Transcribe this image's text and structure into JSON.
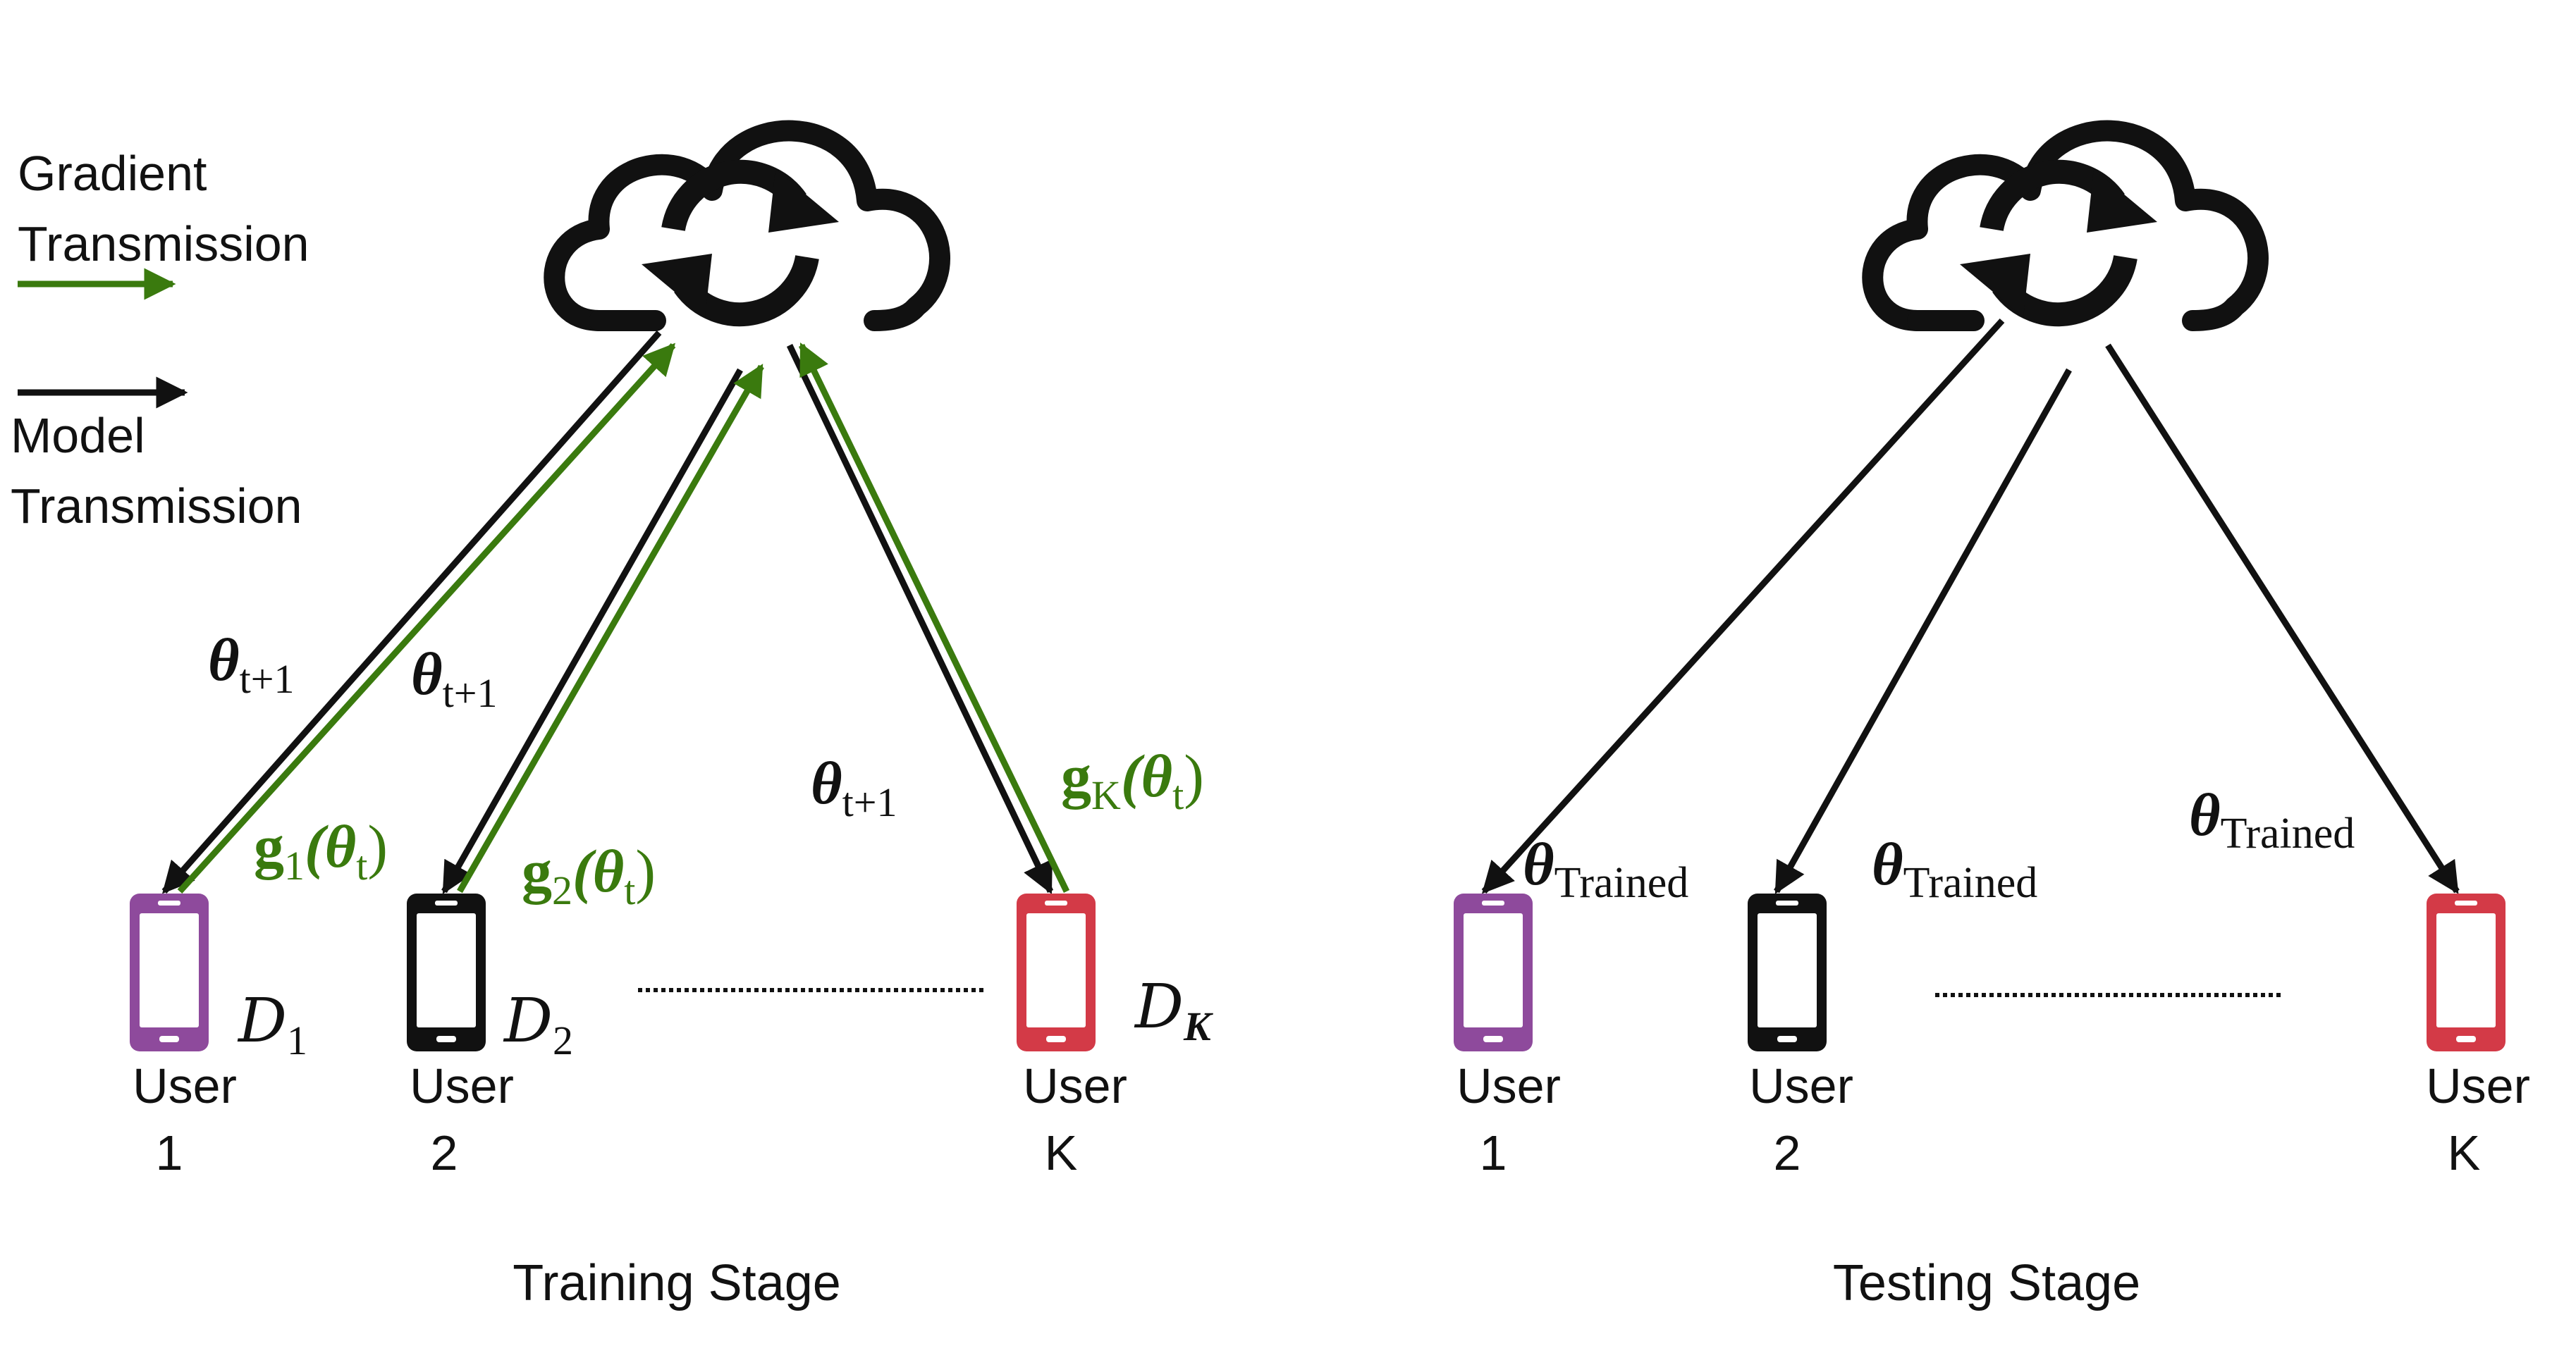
{
  "legend": {
    "gradient_line1": "Gradient",
    "gradient_line2": "Transmission",
    "model_line1": "Model",
    "model_line2": "Transmission"
  },
  "colors": {
    "gradient": "#3a7a0e",
    "model": "#111111",
    "user1": "#8e4a9c",
    "user2": "#111111",
    "userK": "#d33a47"
  },
  "icons": [
    "cloud-icon",
    "sync-icon",
    "smartphone-icon"
  ],
  "training": {
    "stage_label": "Training Stage",
    "theta_symbol": "θ",
    "theta_sub": "t+1",
    "gradient_labels": [
      {
        "g": "g",
        "sub": "1",
        "arg": "(θ",
        "arg_sub": "t",
        "close": ")"
      },
      {
        "g": "g",
        "sub": "2",
        "arg": "(θ",
        "arg_sub": "t",
        "close": ")"
      },
      {
        "g": "g",
        "sub": "K",
        "arg": "(θ",
        "arg_sub": "t",
        "close": ")"
      }
    ],
    "datasets": [
      {
        "symbol": "D",
        "sub": "1"
      },
      {
        "symbol": "D",
        "sub": "2"
      },
      {
        "symbol": "D",
        "sub": "K"
      }
    ],
    "users": [
      {
        "line1": "User",
        "line2": "1"
      },
      {
        "line1": "User",
        "line2": "2"
      },
      {
        "line1": "User",
        "line2": "K"
      }
    ]
  },
  "testing": {
    "stage_label": "Testing Stage",
    "theta_symbol": "θ",
    "theta_sub": "Trained",
    "users": [
      {
        "line1": "User",
        "line2": "1"
      },
      {
        "line1": "User",
        "line2": "2"
      },
      {
        "line1": "User",
        "line2": "K"
      }
    ]
  }
}
